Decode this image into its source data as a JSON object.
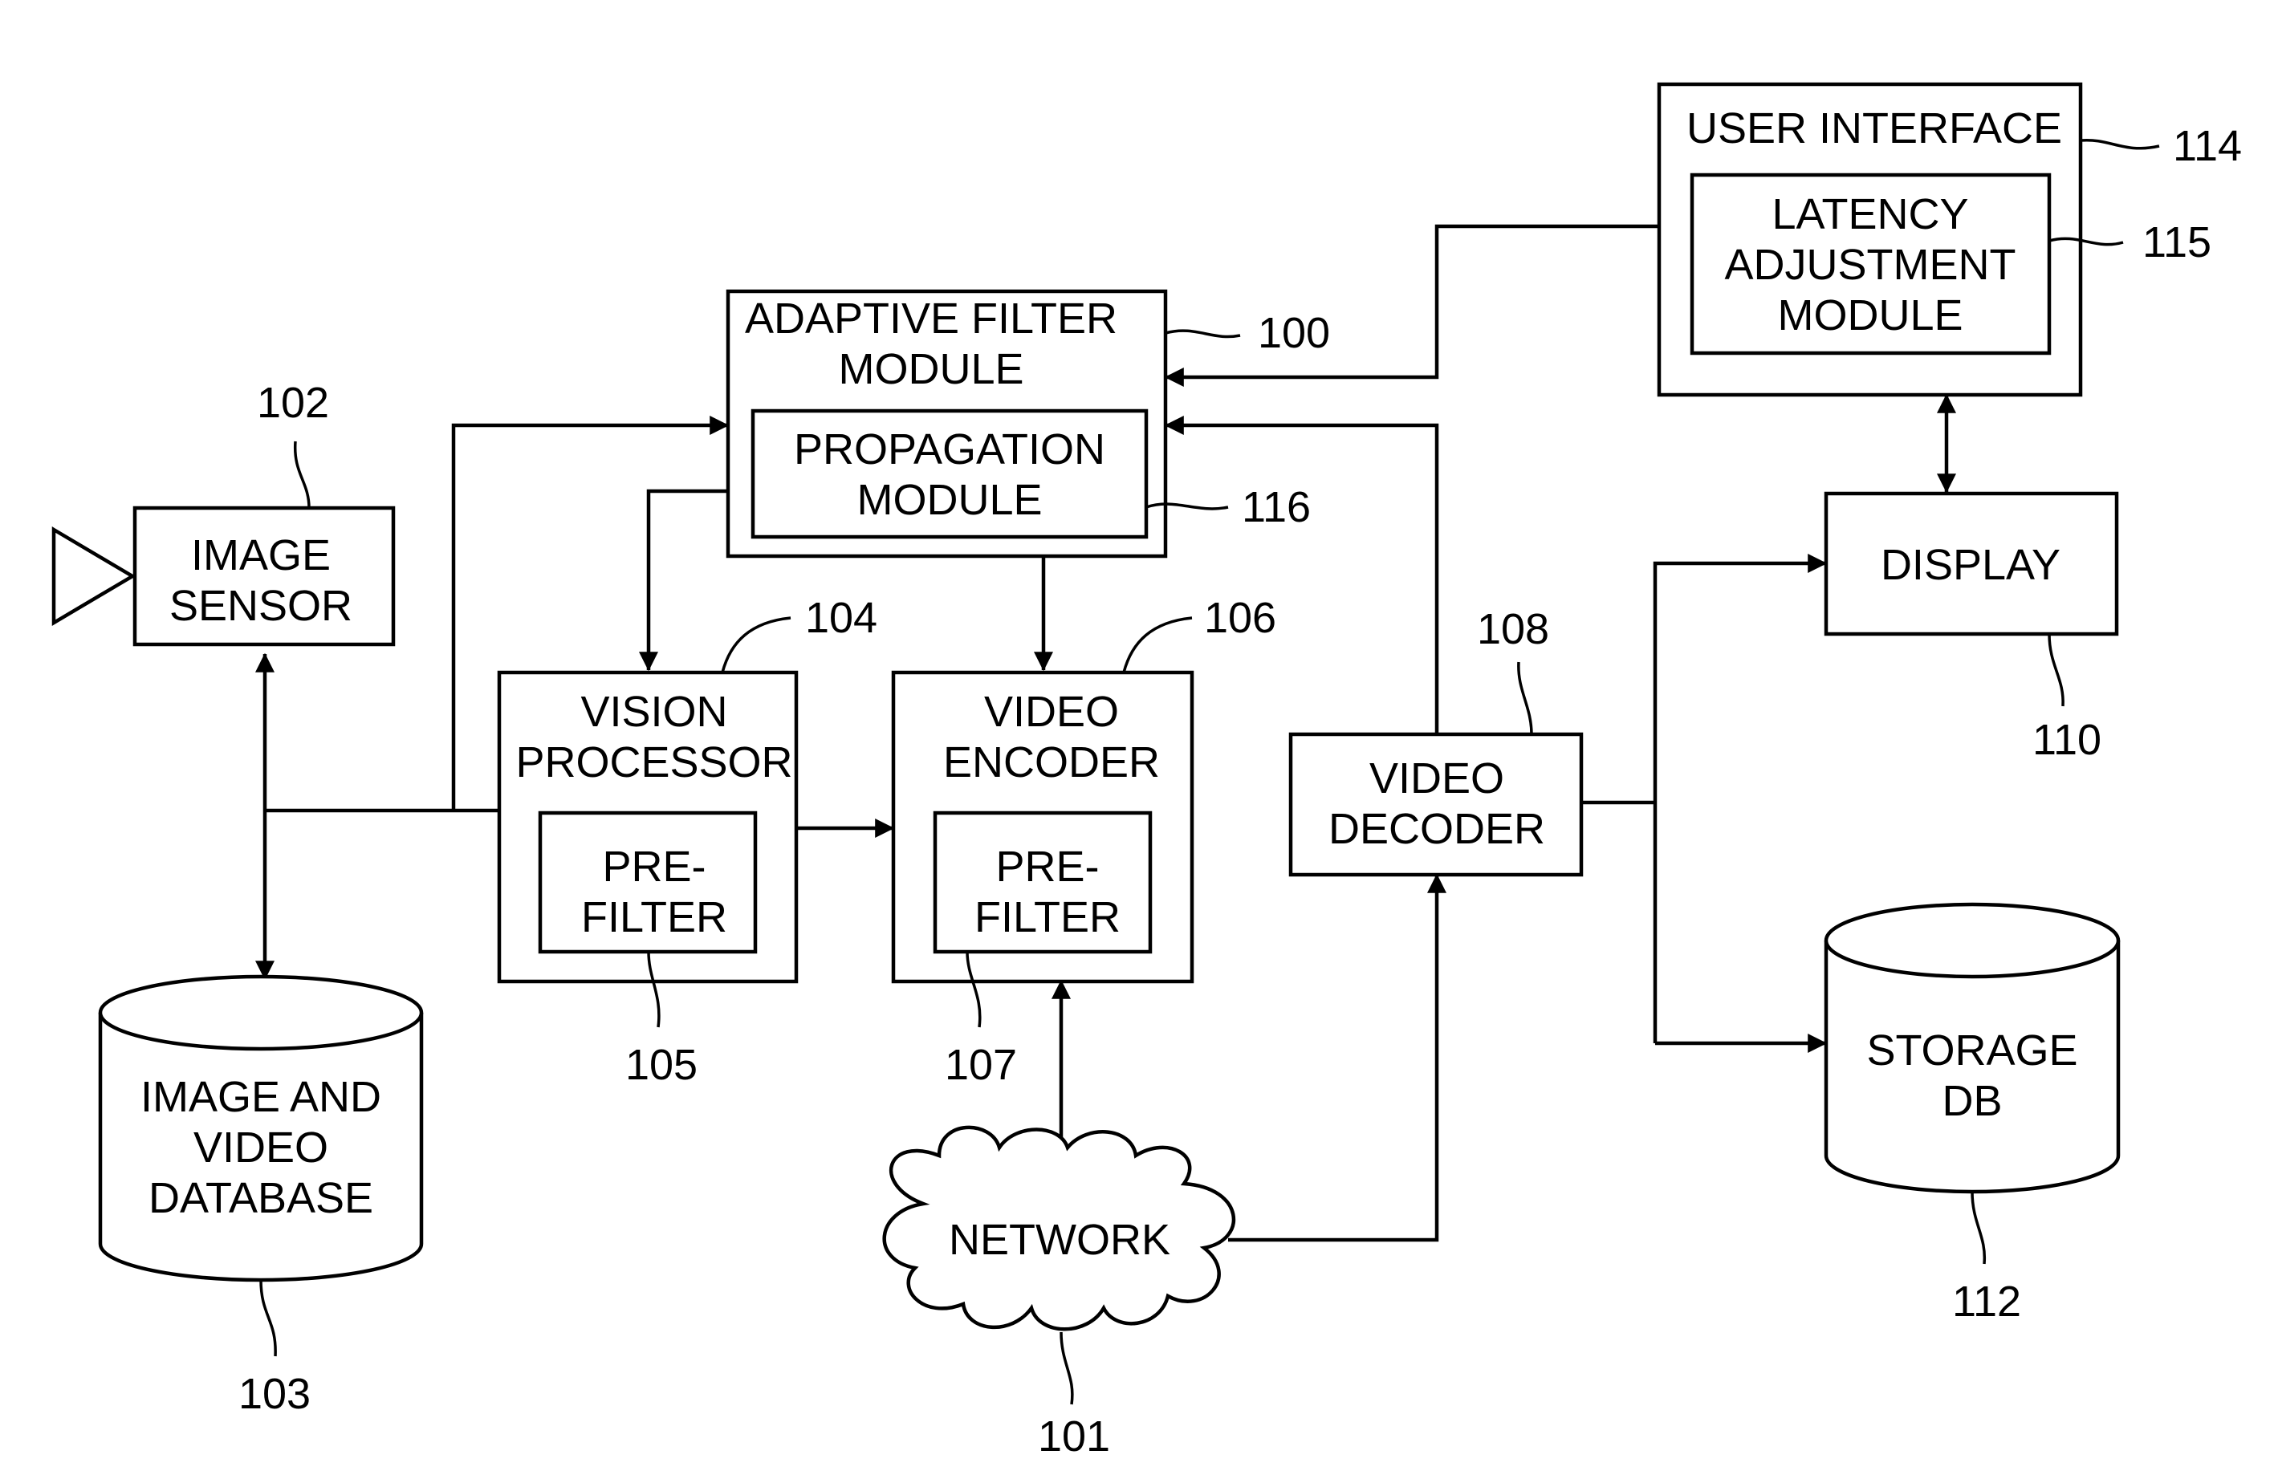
{
  "blocks": {
    "adaptive_filter": {
      "line1": "ADAPTIVE FILTER",
      "line2": "MODULE",
      "ref": "100"
    },
    "propagation": {
      "line1": "PROPAGATION",
      "line2": "MODULE",
      "ref": "116"
    },
    "image_sensor": {
      "line1": "IMAGE",
      "line2": "SENSOR",
      "ref": "102"
    },
    "image_video_db": {
      "line1": "IMAGE AND",
      "line2": "VIDEO",
      "line3": "DATABASE",
      "ref": "103"
    },
    "vision_processor": {
      "line1": "VISION",
      "line2": "PROCESSOR",
      "ref": "104"
    },
    "vp_prefilter": {
      "line1": "PRE-",
      "line2": "FILTER",
      "ref": "105"
    },
    "video_encoder": {
      "line1": "VIDEO",
      "line2": "ENCODER",
      "ref": "106"
    },
    "ve_prefilter": {
      "line1": "PRE-",
      "line2": "FILTER",
      "ref": "107"
    },
    "network": {
      "label": "NETWORK",
      "ref": "101"
    },
    "video_decoder": {
      "line1": "VIDEO",
      "line2": "DECODER",
      "ref": "108"
    },
    "display": {
      "label": "DISPLAY",
      "ref": "110"
    },
    "storage_db": {
      "line1": "STORAGE",
      "line2": "DB",
      "ref": "112"
    },
    "user_interface": {
      "label": "USER INTERFACE",
      "ref": "114"
    },
    "latency_adjustment": {
      "line1": "LATENCY",
      "line2": "ADJUSTMENT",
      "line3": "MODULE",
      "ref": "115"
    }
  }
}
